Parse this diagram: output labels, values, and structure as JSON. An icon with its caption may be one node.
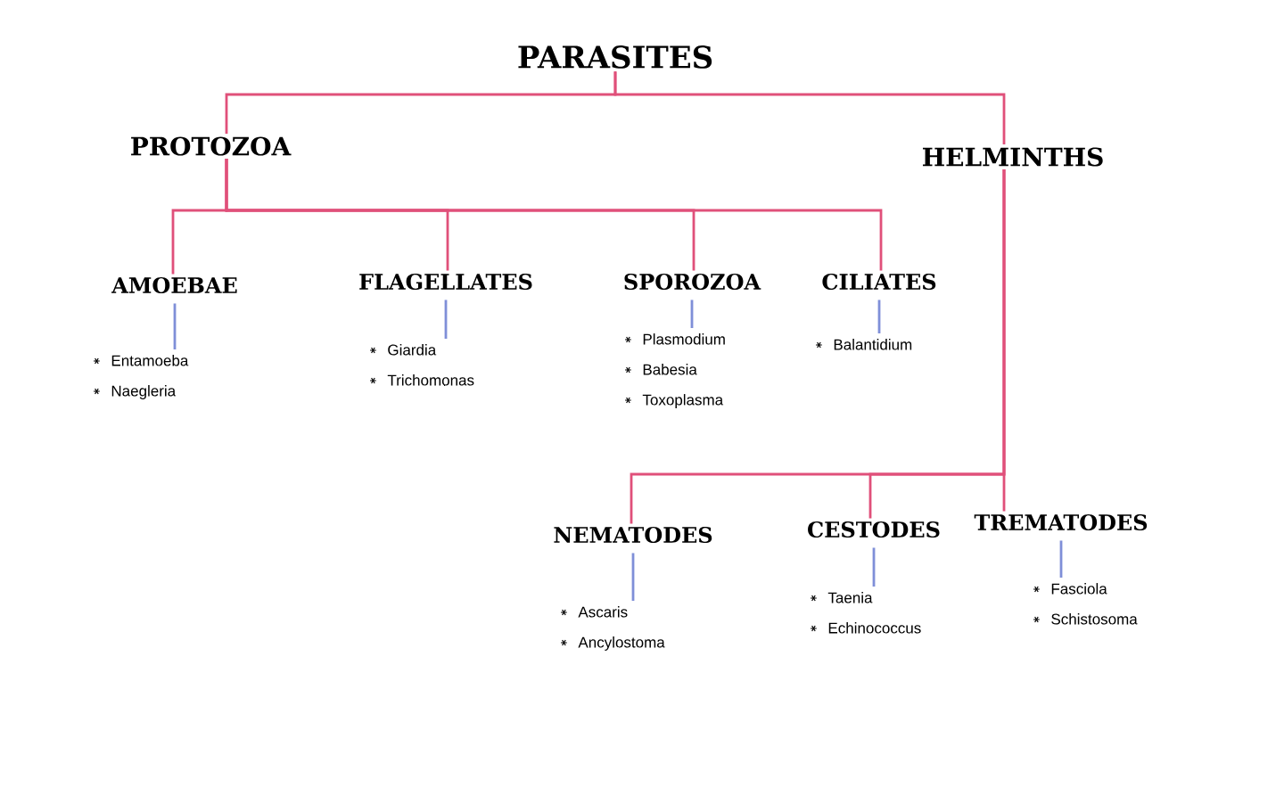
{
  "diagram": {
    "nodes": [
      {
        "text": [
          "PARASITES"
        ]
      },
      {
        "text": [
          "PROTOZOA"
        ]
      },
      {
        "text": [
          "HELMINTHS"
        ]
      },
      {
        "text": [
          "AMOEBAE"
        ]
      },
      {
        "text": [
          "FLAGELLATES"
        ]
      },
      {
        "text": [
          "SPOROZOA"
        ]
      },
      {
        "text": [
          "CILIATES"
        ]
      },
      {
        "text": [
          "NEMATODES"
        ]
      },
      {
        "text": [
          "CESTODES"
        ]
      },
      {
        "text": [
          "TREMATODES"
        ]
      },
      {
        "text": [
          "Entamoeba",
          "Naegleria"
        ]
      },
      {
        "text": [
          "Giardia",
          "Trichomonas"
        ]
      },
      {
        "text": [
          "Plasmodium",
          "Babesia",
          "Toxoplasma"
        ]
      },
      {
        "text": [
          "Balantidium"
        ]
      },
      {
        "text": [
          "Ascaris",
          "Ancylostoma"
        ]
      },
      {
        "text": [
          "Taenia",
          "Echinococcus"
        ]
      },
      {
        "text": [
          "Fasciola",
          "Schistosoma"
        ]
      }
    ],
    "edges": [
      {
        "from": 0,
        "to": 1,
        "arrow": "none"
      },
      {
        "from": 0,
        "to": 2,
        "arrow": "none"
      },
      {
        "from": 1,
        "to": 3,
        "arrow": "none"
      },
      {
        "from": 1,
        "to": 4,
        "arrow": "none"
      },
      {
        "from": 1,
        "to": 5,
        "arrow": "none"
      },
      {
        "from": 1,
        "to": 6,
        "arrow": "none"
      },
      {
        "from": 2,
        "to": 7,
        "arrow": "none"
      },
      {
        "from": 2,
        "to": 8,
        "arrow": "none"
      },
      {
        "from": 2,
        "to": 9,
        "arrow": "none"
      },
      {
        "from": 3,
        "to": 10,
        "arrow": "none",
        "color": "#7f8fd8"
      },
      {
        "from": 4,
        "to": 11,
        "arrow": "none",
        "color": "#7f8fd8"
      },
      {
        "from": 5,
        "to": 12,
        "arrow": "none",
        "color": "#7f8fd8"
      },
      {
        "from": 6,
        "to": 13,
        "arrow": "none",
        "color": "#7f8fd8"
      },
      {
        "from": 7,
        "to": 14,
        "arrow": "none",
        "color": "#7f8fd8"
      },
      {
        "from": 8,
        "to": 15,
        "arrow": "none",
        "color": "#7f8fd8"
      },
      {
        "from": 9,
        "to": 16,
        "arrow": "none",
        "color": "#7f8fd8"
      }
    ]
  }
}
